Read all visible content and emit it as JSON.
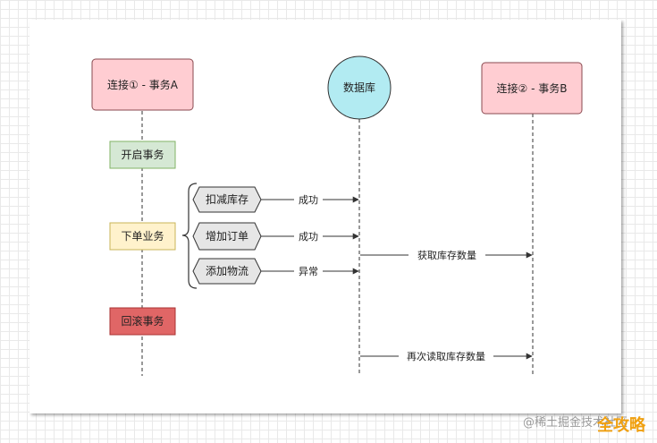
{
  "participants": {
    "conn_a": "连接① - 事务A",
    "db": "数据库",
    "conn_b": "连接② - 事务B"
  },
  "steps": {
    "begin": "开启事务",
    "business": "下单业务",
    "rollback": "回滚事务"
  },
  "ops": {
    "deduct": "扣减库存",
    "add_order": "增加订单",
    "add_logistics": "添加物流"
  },
  "messages": {
    "deduct_result": "成功",
    "order_result": "成功",
    "logistics_result": "异常",
    "read_stock": "获取库存数量",
    "reread_stock": "再次读取库存数量"
  },
  "watermark": {
    "text": "@稀土掘金技术社区",
    "brand": "全攻略"
  },
  "colors": {
    "actor_fill": "#ffcdd2",
    "actor_stroke": "#8a4a50",
    "db_fill": "#b2ebf2",
    "begin_fill": "#d5e8d4",
    "business_fill": "#fff2cc",
    "rollback_fill": "#e06666",
    "op_fill": "#e6e6e6"
  }
}
